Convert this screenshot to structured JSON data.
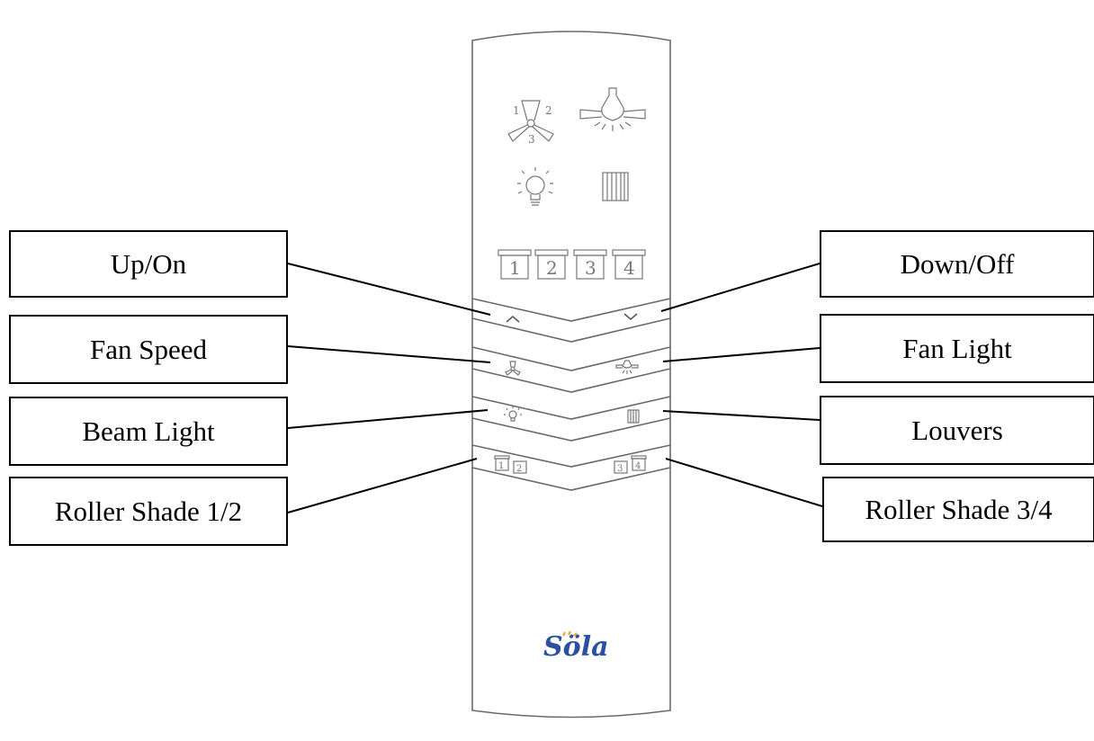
{
  "callouts": {
    "up_on": "Up/On",
    "fan_speed": "Fan Speed",
    "beam_light": "Beam Light",
    "roller_shade_12": "Roller Shade 1/2",
    "down_off": "Down/Off",
    "fan_light": "Fan Light",
    "louvers": "Louvers",
    "roller_shade_34": "Roller Shade 3/4"
  },
  "remote": {
    "fan_speed_digits": [
      "1",
      "2",
      "3"
    ],
    "shade_numbers": [
      "1",
      "2",
      "3",
      "4"
    ],
    "brand": {
      "s": "S",
      "o": "ö",
      "la": "la"
    }
  },
  "colors": {
    "brand_blue": "#2d4fa0",
    "brand_accent": "#f0a020",
    "icon_gray": "#777777",
    "outline": "#000000"
  },
  "icons": [
    "fan-speed-icon",
    "fan-light-icon",
    "beam-light-icon",
    "louvers-icon",
    "roller-shade-icon",
    "chevron-up-icon",
    "chevron-down-icon"
  ]
}
